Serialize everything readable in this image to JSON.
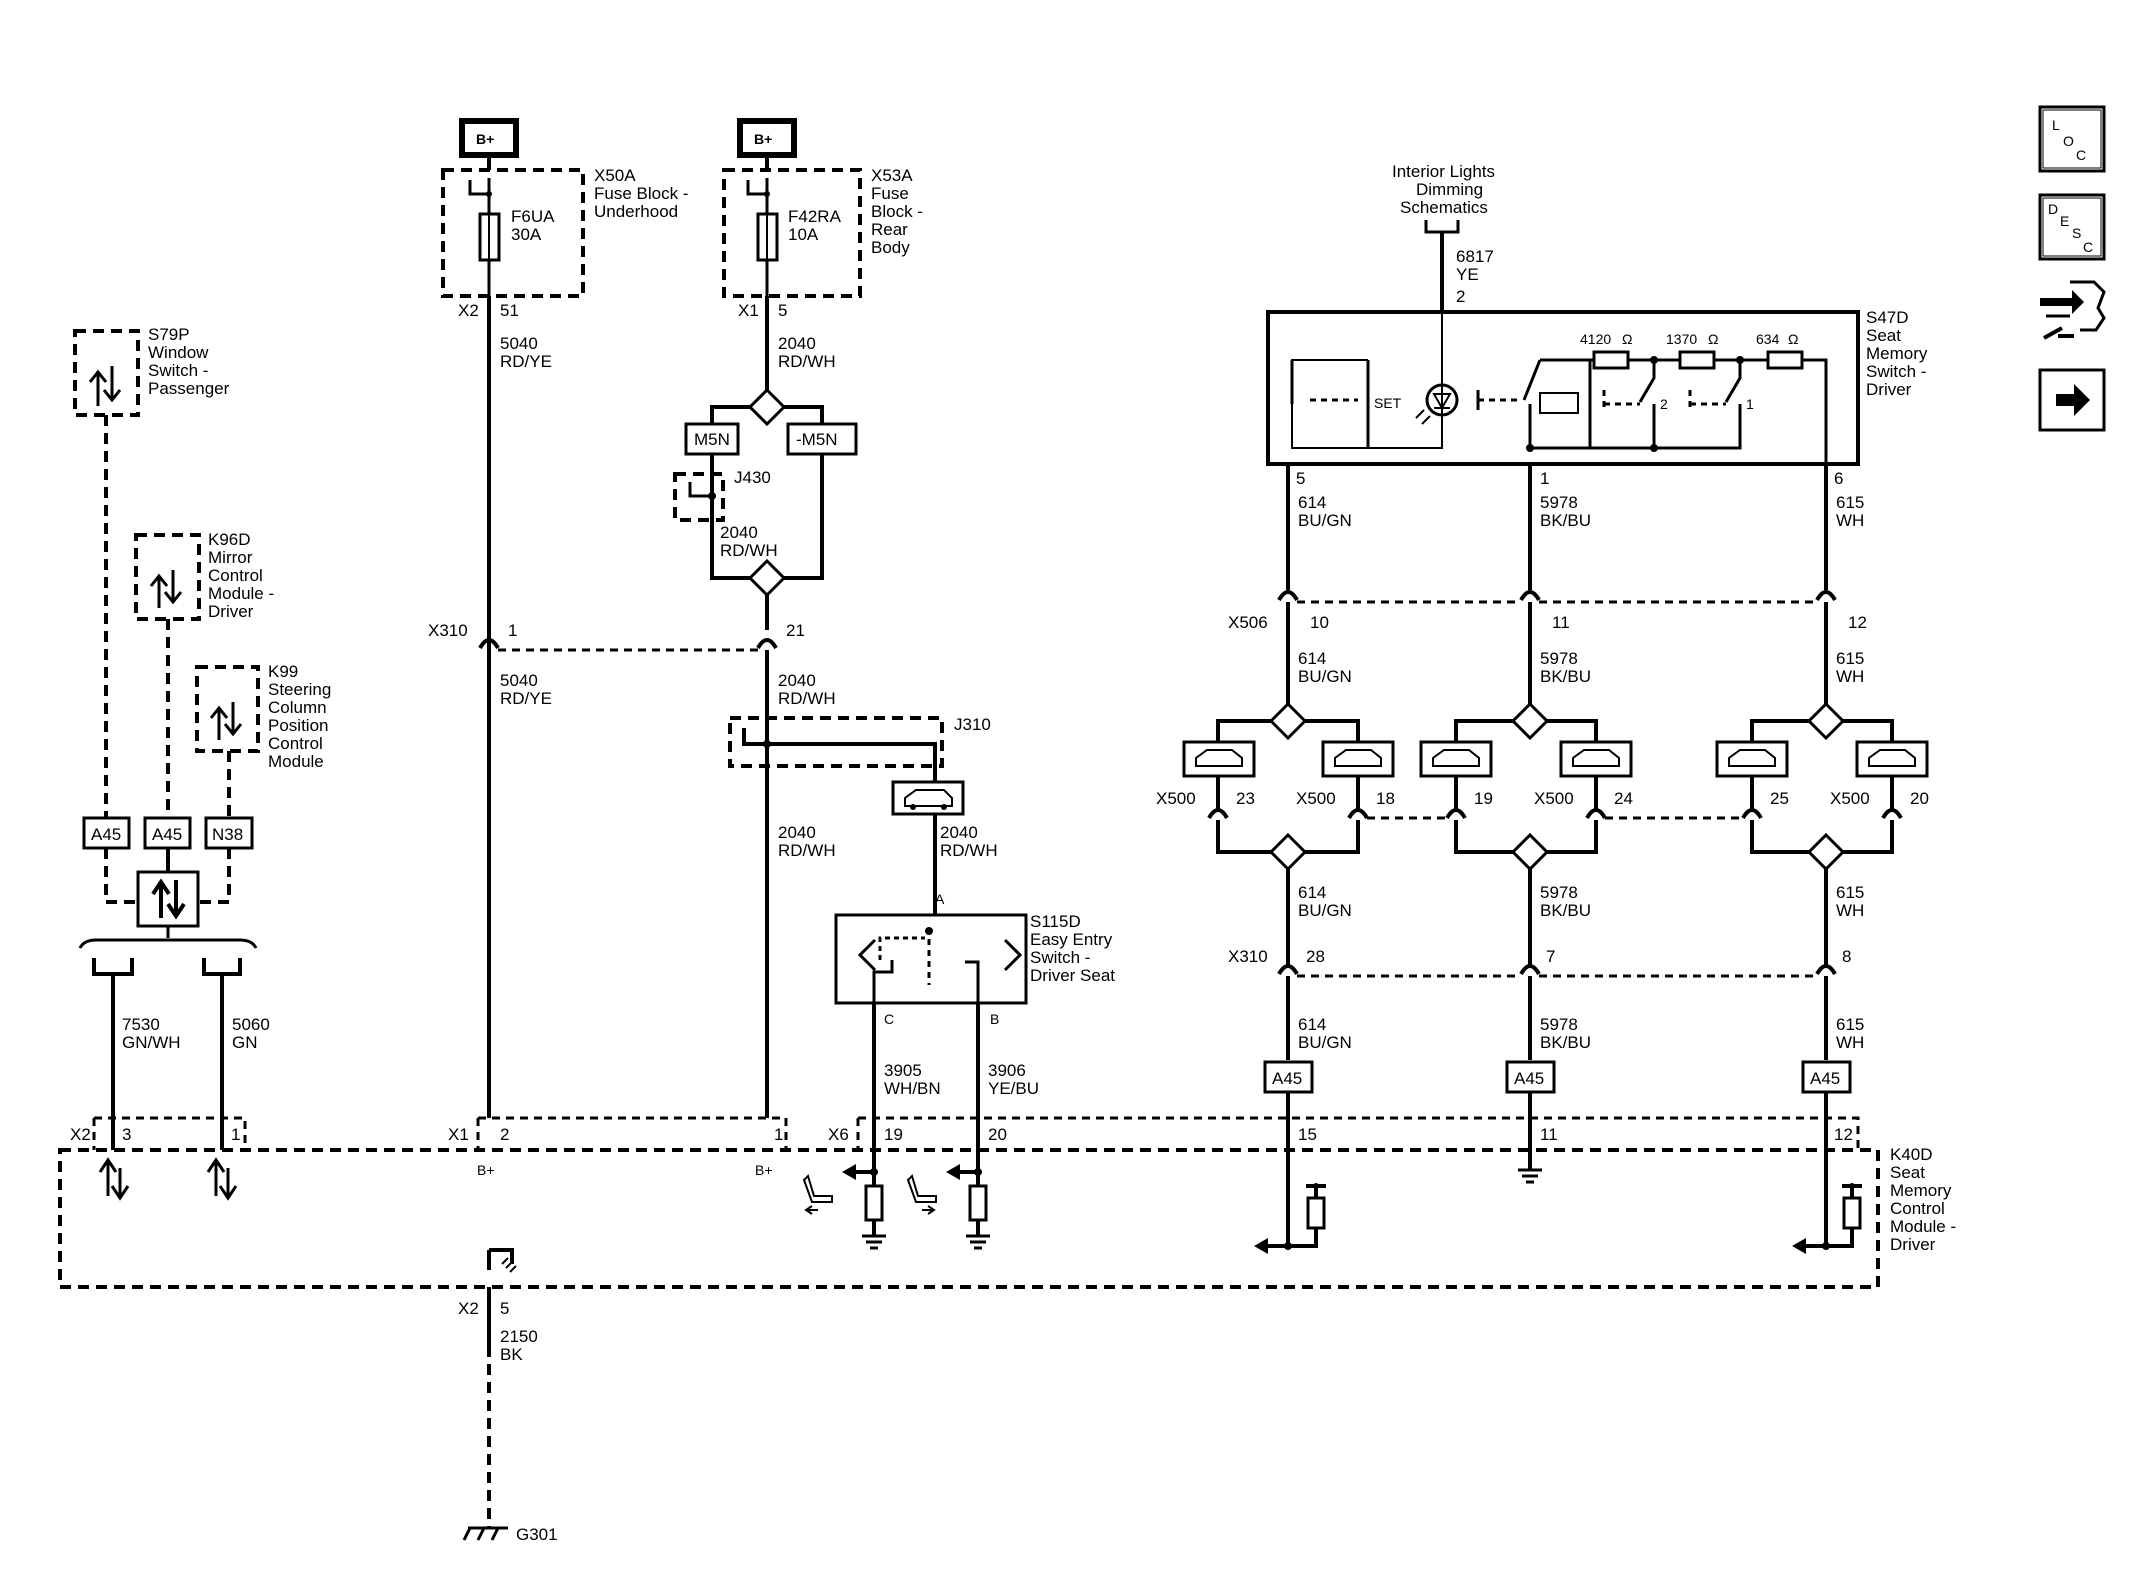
{
  "nav_buttons": [
    {
      "icon": "loc-icon",
      "letters": [
        "L",
        "O",
        "C"
      ]
    },
    {
      "icon": "desc-icon",
      "letters": [
        "D",
        "E",
        "S",
        "C"
      ]
    },
    {
      "icon": "connector-tool-icon"
    },
    {
      "icon": "arrow-right-icon"
    }
  ],
  "power": {
    "bplus": "B+"
  },
  "fuse_blocks": {
    "x50a": {
      "ref": "X50A",
      "lines": [
        "Fuse Block -",
        "Underhood"
      ],
      "fuse": "F6UA",
      "rating": "30A",
      "conn": "X2",
      "pin": "51"
    },
    "x53a": {
      "ref": "X53A",
      "lines": [
        "Fuse",
        "Block -",
        "Rear",
        "Body"
      ],
      "fuse": "F42RA",
      "rating": "10A",
      "conn": "X1",
      "pin": "5"
    }
  },
  "wires": {
    "w5040_top": [
      "5040",
      "RD/YE"
    ],
    "w2040_top": [
      "2040",
      "RD/WH"
    ],
    "w2040_mid": [
      "2040",
      "RD/WH"
    ],
    "w5040_low": [
      "5040",
      "RD/YE"
    ],
    "w2040_low": [
      "2040",
      "RD/WH"
    ],
    "w2040_left": [
      "2040",
      "RD/WH"
    ],
    "w2040_right": [
      "2040",
      "RD/WH"
    ],
    "w3905": [
      "3905",
      "WH/BN"
    ],
    "w3906": [
      "3906",
      "YE/BU"
    ],
    "w7530": [
      "7530",
      "GN/WH"
    ],
    "w5060": [
      "5060",
      "GN"
    ],
    "w2150": [
      "2150",
      "BK"
    ],
    "w6817": [
      "6817",
      "YE"
    ],
    "w614": [
      "614",
      "BU/GN"
    ],
    "w5978": [
      "5978",
      "BK/BU"
    ],
    "w615": [
      "615",
      "WH"
    ]
  },
  "options": {
    "m5n": "M5N",
    "not_m5n": "-M5N"
  },
  "splices": {
    "j430": "J430",
    "j310": "J310"
  },
  "connectors": {
    "x310": "X310",
    "x506": "X506",
    "x500": "X500",
    "x1": "X1",
    "x2": "X2",
    "x6": "X6",
    "p_x310_1": "1",
    "p_x310_21": "21",
    "p_x506_10": "10",
    "p_x506_11": "11",
    "p_x506_12": "12",
    "p_x500": [
      "23",
      "18",
      "19",
      "24",
      "25",
      "20"
    ],
    "p_x310_28": "28",
    "p_x310_7": "7",
    "p_x310_8": "8",
    "k40d_pins": {
      "x2_3": "3",
      "x2_1": "1",
      "x1_2": "2",
      "x1_1": "1",
      "x6_19": "19",
      "x6_20": "20",
      "p15": "15",
      "p11": "11",
      "p12": "12",
      "x2_5": "5"
    }
  },
  "components": {
    "s79p": [
      "S79P",
      "Window",
      "Switch -",
      "Passenger"
    ],
    "k96d": [
      "K96D",
      "Mirror",
      "Control",
      "Module -",
      "Driver"
    ],
    "k99": [
      "K99",
      "Steering",
      "Column",
      "Position",
      "Control",
      "Module"
    ],
    "s115d": [
      "S115D",
      "Easy Entry",
      "Switch -",
      "Driver Seat"
    ],
    "s47d": [
      "S47D",
      "Seat",
      "Memory",
      "Switch -",
      "Driver"
    ],
    "k40d": [
      "K40D",
      "Seat",
      "Memory",
      "Control",
      "Module -",
      "Driver"
    ],
    "interior_lights": [
      "Interior Lights",
      "Dimming",
      "Schematics"
    ]
  },
  "s115d_pins": {
    "a": "A",
    "c": "C",
    "b": "B"
  },
  "s47d": {
    "pin_top": "2",
    "pin_5": "5",
    "pin_1": "1",
    "pin_6": "6",
    "set": "SET",
    "sw2": "2",
    "sw1": "1",
    "resistors": [
      "4120",
      "1370",
      "634"
    ],
    "ohm": "Ω"
  },
  "bus_labels": {
    "a45": "A45",
    "n38": "N38"
  },
  "ground": {
    "g301": "G301"
  }
}
